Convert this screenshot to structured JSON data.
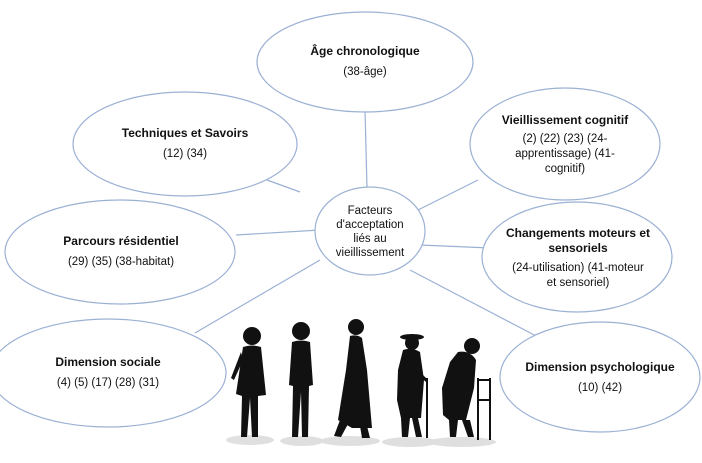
{
  "center": {
    "lines": [
      "Facteurs",
      "d'acceptation",
      "liés au",
      "vieillissement"
    ]
  },
  "nodes": [
    {
      "id": "age",
      "title": "Âge chronologique",
      "refs": [
        "(38-âge)"
      ]
    },
    {
      "id": "cognitif",
      "title": "Vieillissement cognitif",
      "refs": [
        "(2) (22) (23) (24-",
        "apprentissage) (41-",
        "cognitif)"
      ]
    },
    {
      "id": "moteurs",
      "title": "Changements moteurs et sensoriels",
      "refs": [
        "(24-utilisation) (41-moteur",
        "et sensoriel)"
      ]
    },
    {
      "id": "psycho",
      "title": "Dimension psychologique",
      "refs": [
        "(10) (42)"
      ]
    },
    {
      "id": "sociale",
      "title": "Dimension sociale",
      "refs": [
        "(4) (5) (17) (28) (31)"
      ]
    },
    {
      "id": "residentiel",
      "title": "Parcours résidentiel",
      "refs": [
        "(29) (35) (38-habitat)"
      ]
    },
    {
      "id": "techniques",
      "title": "Techniques et Savoirs",
      "refs": [
        "(12) (34)"
      ]
    }
  ],
  "colors": {
    "outline": "#9bb1d4",
    "connector": "#9bb1d4",
    "silhouette": "#111111",
    "shadow": "#d8d8d8"
  },
  "illustration": "silhouettes-of-people-aging"
}
